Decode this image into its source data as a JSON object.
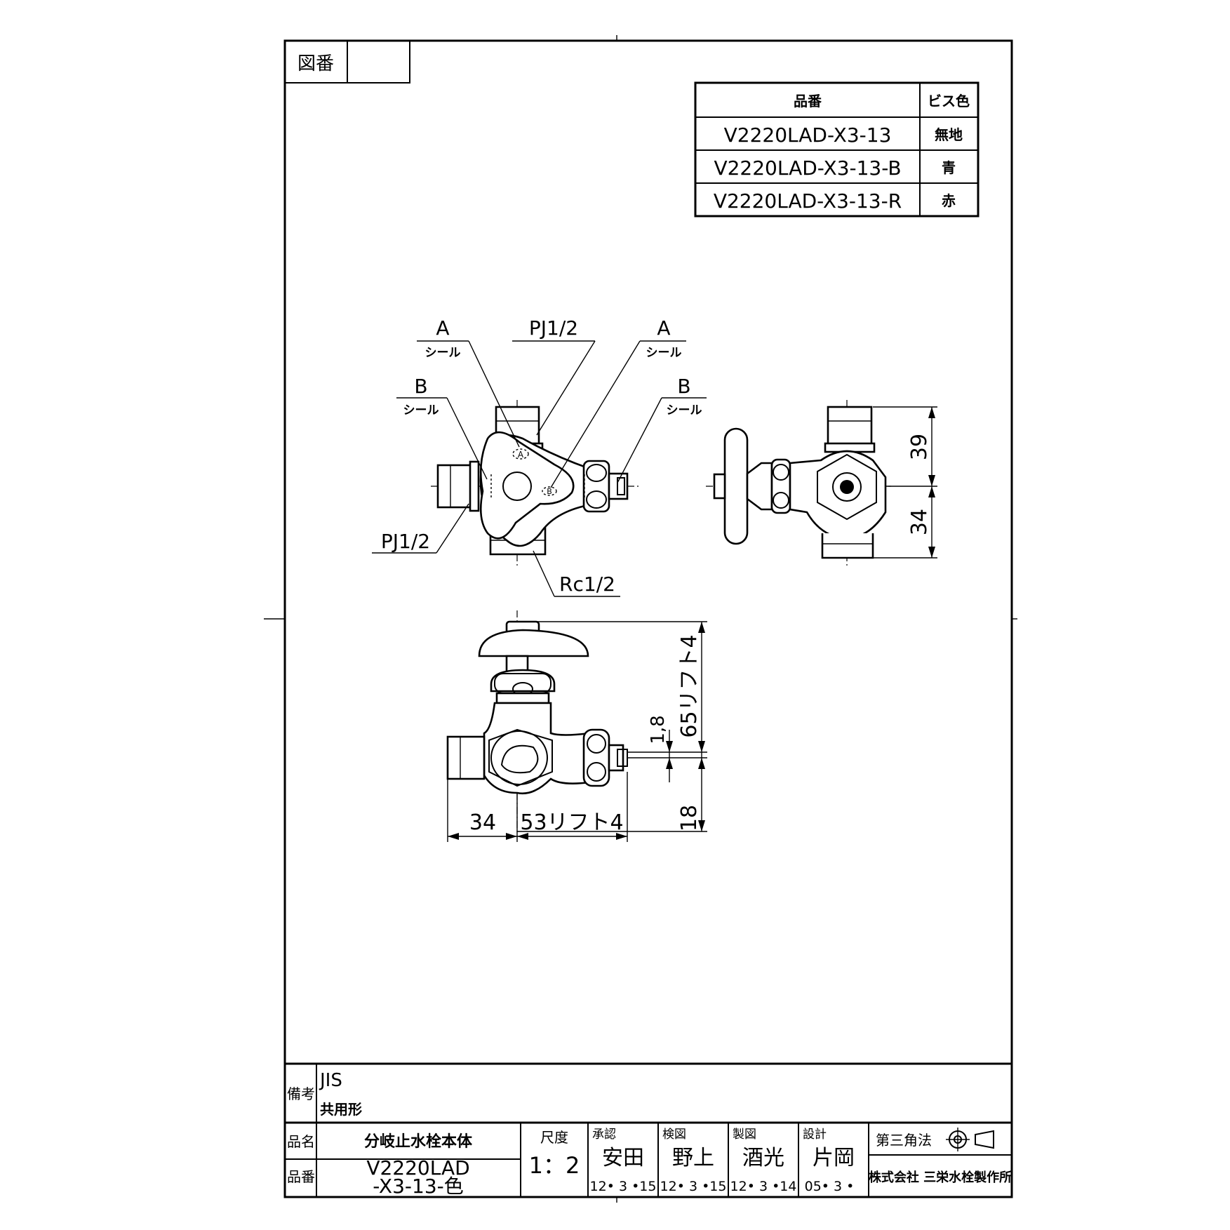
{
  "frame": {
    "drawing_number_label": "図番",
    "drawing_number_value": ""
  },
  "parts_table": {
    "header_part_no": "品番",
    "header_screw_color": "ビス色",
    "rows": [
      {
        "part_no": "V2220LAD-X3-13",
        "screw_color": "無地"
      },
      {
        "part_no": "V2220LAD-X3-13-B",
        "screw_color": "青"
      },
      {
        "part_no": "V2220LAD-X3-13-R",
        "screw_color": "赤"
      }
    ]
  },
  "annotations": {
    "seal_a_left": "A",
    "seal_a_left_sub": "シール",
    "pj_top": "PJ1/2",
    "seal_a_right": "A",
    "seal_a_right_sub": "シール",
    "seal_b_left": "B",
    "seal_b_left_sub": "シール",
    "seal_b_right": "B",
    "seal_b_right_sub": "シール",
    "pj_left": "PJ1/2",
    "rc_bottom": "Rc1/2",
    "mark_a": "A",
    "mark_b": "B"
  },
  "dimensions": {
    "side_upper": "39",
    "side_lower": "34",
    "front_height": "65リフト4",
    "front_offset": "1,8",
    "front_bottom": "18",
    "front_left": "34",
    "front_right": "53リフト4"
  },
  "title_block": {
    "remarks_label": "備考",
    "remarks_line1": "JIS",
    "remarks_line2": "共用形",
    "name_label": "品名",
    "name_value": "分岐止水栓本体",
    "number_label": "品番",
    "number_line1": "V2220LAD",
    "number_line2": "-X3-13-色",
    "scale_label": "尺度",
    "scale_value": "1：2",
    "approved_label": "承認",
    "approved_name": "安田",
    "approved_date": "12• 3 •15",
    "checked_label": "検図",
    "checked_name": "野上",
    "checked_date": "12• 3 •15",
    "drawn_label": "製図",
    "drawn_name": "酒光",
    "drawn_date": "12• 3 •14",
    "designed_label": "設計",
    "designed_name": "片岡",
    "designed_date": "05• 3 •",
    "projection_label": "第三角法",
    "company": "株式会社  三栄水栓製作所"
  }
}
